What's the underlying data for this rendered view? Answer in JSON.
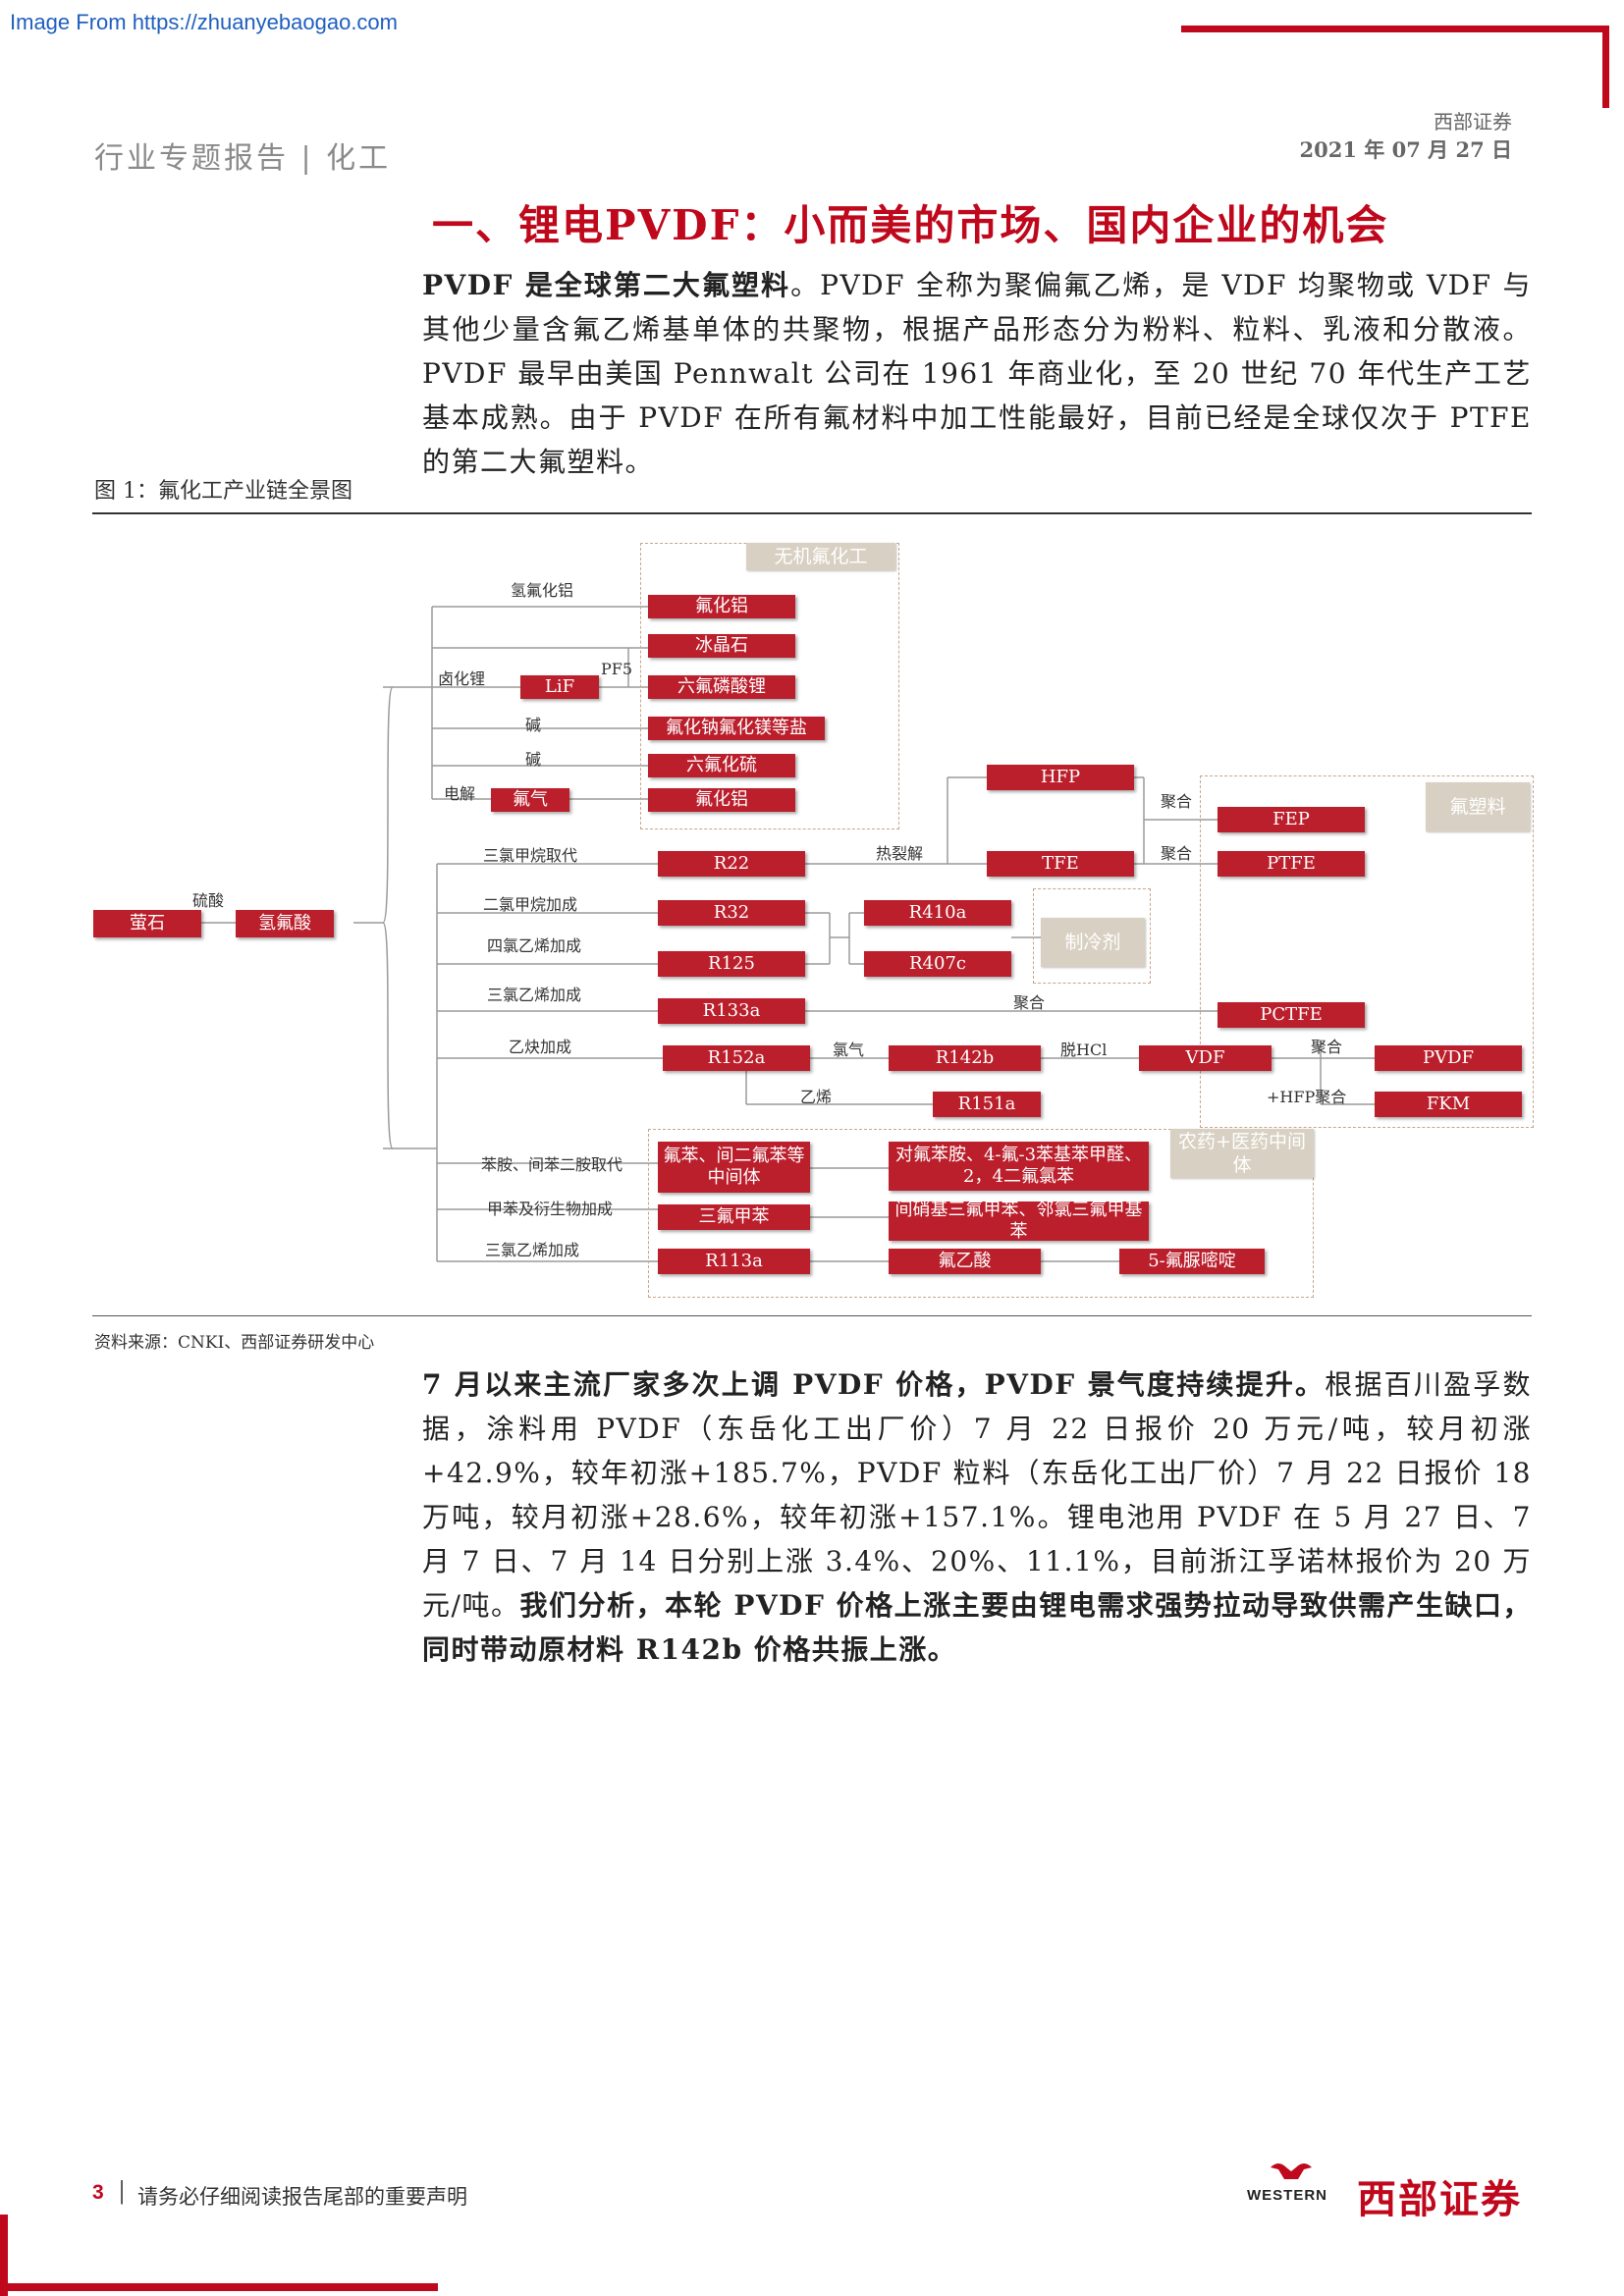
{
  "source_url": "Image From https://zhuanyebaogao.com",
  "header": {
    "report_type": "行业专题报告 | 化工",
    "company": "西部证券",
    "date": "2021 年 07 月 27 日"
  },
  "section_title": "一、锂电PVDF：小而美的市场、国内企业的机会",
  "para1": {
    "bold": "PVDF 是全球第二大氟塑料",
    "text": "。PVDF 全称为聚偏氟乙烯，是 VDF 均聚物或 VDF 与其他少量含氟乙烯基单体的共聚物，根据产品形态分为粉料、粒料、乳液和分散液。PVDF 最早由美国 Pennwalt 公司在 1961 年商业化，至 20 世纪 70 年代生产工艺基本成熟。由于 PVDF 在所有氟材料中加工性能最好，目前已经是全球仅次于 PTFE 的第二大氟塑料。"
  },
  "figure": {
    "caption": "图 1：氟化工产业链全景图",
    "source": "资料来源：CNKI、西部证券研发中心",
    "labels": {
      "fluorite": "萤石",
      "sulfuric_acid": "硫酸",
      "hf": "氢氟酸",
      "inorganic": "无机氟化工",
      "fluoroplastics": "氟塑料",
      "refrigerant": "制冷剂",
      "pharma": "农药+医药中间体",
      "anhydrous_alf": "氢氟化铝",
      "halide_li": "卤化锂",
      "lif": "LiF",
      "pf5": "PF5",
      "alkali1": "碱",
      "alkali2": "碱",
      "electrolysis": "电解",
      "fluorine_gas": "氟气",
      "alf3": "氟化铝",
      "cryolite": "冰晶石",
      "lipf6": "六氟磷酸锂",
      "naf_mgf": "氟化钠氟化镁等盐",
      "sf6": "六氟化硫",
      "alf3b": "氟化铝",
      "chloroform_sub": "三氯甲烷取代",
      "dcm_add": "二氯甲烷加成",
      "pce_add": "四氯乙烯加成",
      "tce_add": "三氯乙烯加成",
      "acetylene_add": "乙炔加成",
      "aniline_sub": "苯胺、间苯二胺取代",
      "toluene_add": "甲苯及衍生物加成",
      "tce_add2": "三氯乙烯加成",
      "r22": "R22",
      "r32": "R32",
      "r125": "R125",
      "r133a": "R133a",
      "r152a": "R152a",
      "r410a": "R410a",
      "r407c": "R407c",
      "r142b": "R142b",
      "r151a": "R151a",
      "hfp": "HFP",
      "tfe": "TFE",
      "pyrolysis": "热裂解",
      "poly1": "聚合",
      "poly2": "聚合",
      "poly3": "聚合",
      "poly4": "聚合",
      "fep": "FEP",
      "ptfe": "PTFE",
      "pctfe": "PCTFE",
      "vdf": "VDF",
      "pvdf": "PVDF",
      "fkm": "FKM",
      "hfp_poly": "+HFP聚合",
      "chlorine": "氯气",
      "ethylene": "乙烯",
      "de_hcl": "脱HCl",
      "fluorobenzene": "氟苯、间二氟苯等中间体",
      "fluoroaniline": "对氟苯胺、4-氟-3苯基苯甲醛、2，4二氟氯苯",
      "benzotrifluoride": "三氟甲苯",
      "nitro": "间硝基三氟甲苯、邻氯三氟甲基苯",
      "r113a": "R113a",
      "tfa": "氟乙酸",
      "fluorouracil": "5-氟脲嘧啶"
    }
  },
  "para2": {
    "bold": "7 月以来主流厂家多次上调 PVDF 价格，PVDF 景气度持续提升。",
    "text": "根据百川盈孚数据，涂料用 PVDF（东岳化工出厂价）7 月 22 日报价 20 万元/吨，较月初涨+42.9%，较年初涨+185.7%，PVDF 粒料（东岳化工出厂价）7 月 22 日报价 18 万吨，较月初涨+28.6%，较年初涨+157.1%。锂电池用 PVDF 在 5 月 27 日、7 月 7 日、7 月 14 日分别上涨 3.4%、20%、11.1%，目前浙江孚诺林报价为 20 万元/吨。",
    "bold2": "我们分析，本轮 PVDF 价格上涨主要由锂电需求强势拉动导致供需产生缺口，同时带动原材料 R142b 价格共振上涨。"
  },
  "footer": {
    "page": "3",
    "sep": "|",
    "note": "请务必仔细阅读报告尾部的重要声明",
    "logo_en": "WESTERN",
    "logo_cn": "西部证券"
  }
}
